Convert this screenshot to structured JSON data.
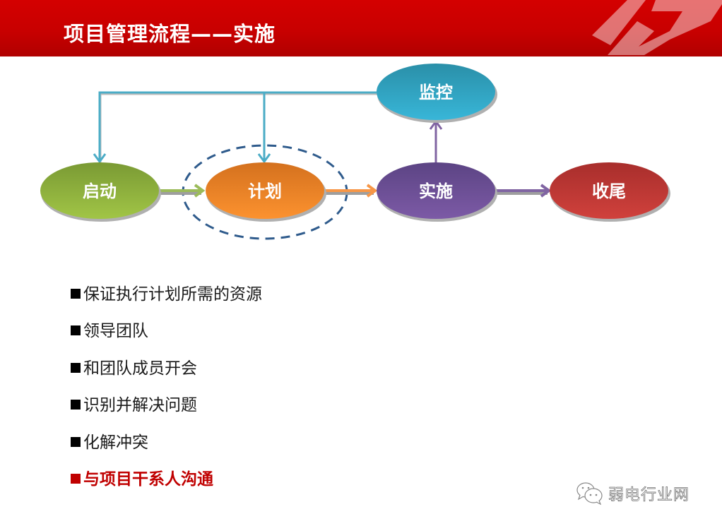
{
  "header": {
    "title": "项目管理流程——实施",
    "background_color": "#cc0000"
  },
  "diagram": {
    "nodes": [
      {
        "id": "start",
        "label": "启动",
        "color": "#8fb33d"
      },
      {
        "id": "plan",
        "label": "计划",
        "color": "#f3862a"
      },
      {
        "id": "execute",
        "label": "实施",
        "color": "#6e4f9a"
      },
      {
        "id": "monitor",
        "label": "监控",
        "color": "#2ea6c6"
      },
      {
        "id": "close",
        "label": "收尾",
        "color": "#c03a36"
      }
    ],
    "edges": [
      {
        "from": "启动",
        "to": "计划"
      },
      {
        "from": "计划",
        "to": "实施"
      },
      {
        "from": "实施",
        "to": "收尾"
      },
      {
        "from": "实施",
        "to": "监控"
      },
      {
        "from": "监控",
        "to": "启动"
      },
      {
        "from": "监控",
        "to": "计划"
      }
    ],
    "highlight": "计划"
  },
  "bullets": [
    {
      "text": "保证执行计划所需的资源",
      "highlighted": false
    },
    {
      "text": "领导团队",
      "highlighted": false
    },
    {
      "text": "和团队成员开会",
      "highlighted": false
    },
    {
      "text": "识别并解决问题",
      "highlighted": false
    },
    {
      "text": "化解冲突",
      "highlighted": false
    },
    {
      "text": "与项目干系人沟通",
      "highlighted": true
    }
  ],
  "watermark": {
    "icon": "wechat-icon",
    "text": "弱电行业网"
  }
}
